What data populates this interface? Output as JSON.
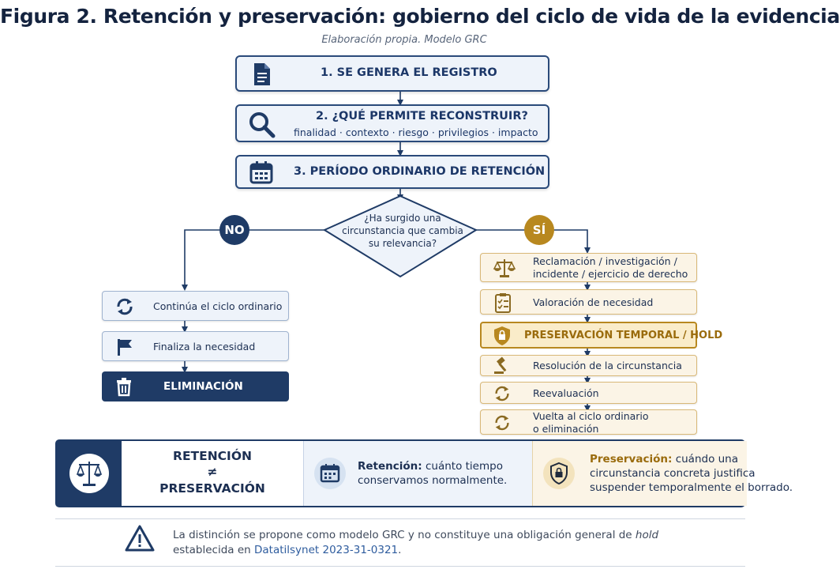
{
  "title": "Figura 2. Retención y preservación: gobierno del ciclo de vida de la evidencia",
  "subtitle": "Elaboración propia. Modelo GRC",
  "steps": {
    "step1": "1. SE GENERA EL REGISTRO",
    "step2": "2. ¿QUÉ PERMITE RECONSTRUIR?",
    "step2_sub": "finalidad · contexto · riesgo · privilegios · impacto",
    "step3": "3. PERÍODO ORDINARIO DE RETENCIÓN"
  },
  "decision": {
    "question": "¿Ha surgido una circunstancia que cambia su relevancia?",
    "no_label": "NO",
    "yes_label": "SÍ"
  },
  "no_branch": [
    {
      "icon": "refresh-icon",
      "label": "Continúa el ciclo ordinario"
    },
    {
      "icon": "flag-icon",
      "label": "Finaliza la necesidad"
    },
    {
      "icon": "trash-icon",
      "label": "ELIMINACIÓN"
    }
  ],
  "yes_branch": [
    {
      "icon": "scales-icon",
      "line1": "Reclamación / investigación /",
      "line2": "incidente / ejercicio de derecho"
    },
    {
      "icon": "checklist-icon",
      "line1": "Valoración de necesidad",
      "line2": ""
    },
    {
      "icon": "shield-lock-icon",
      "line1": "PRESERVACIÓN TEMPORAL / HOLD",
      "line2": ""
    },
    {
      "icon": "gavel-icon",
      "line1": "Resolución de la circunstancia",
      "line2": ""
    },
    {
      "icon": "refresh-icon",
      "line1": "Reevaluación",
      "line2": ""
    },
    {
      "icon": "refresh-icon",
      "line1": "Vuelta al ciclo ordinario",
      "line2": "o eliminación"
    }
  ],
  "summary": {
    "heading_line1": "RETENCIÓN",
    "heading_symbol": "≠",
    "heading_line2": "PRESERVACIÓN",
    "retention_term": "Retención:",
    "retention_text_1": "cuánto tiempo",
    "retention_text_2": "conservamos normalmente.",
    "preservation_term": "Preservación:",
    "preservation_text_1": "cuándo una",
    "preservation_text_2": "circunstancia concreta justifica",
    "preservation_text_3": "suspender temporalmente el borrado."
  },
  "note": {
    "text_1": "La distinción se propone como modelo GRC y no constituye una obligación general de",
    "text_hold": "hold",
    "text_2": "establecida en",
    "link": "Datatilsynet 2023-31-0321",
    "text_end": "."
  },
  "colors": {
    "navy": "#1f3b66",
    "navy_text": "#1c3768",
    "gold": "#b8881f",
    "gold_text": "#9a6b0c",
    "light_blue": "#eef3fa",
    "light_gold": "#fbf4e6"
  }
}
